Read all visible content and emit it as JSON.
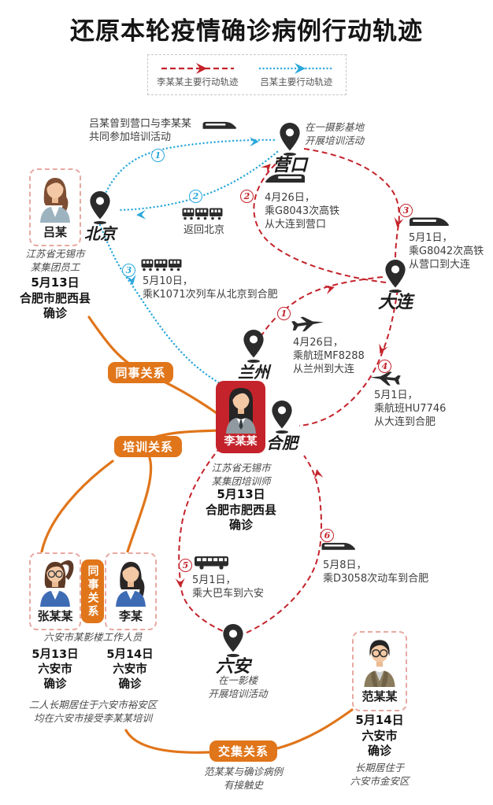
{
  "title": "还原本轮疫情确诊病例行动轨迹",
  "legend": {
    "li_label": "李某某主要行动轨迹",
    "lu_label": "吕某主要行动轨迹"
  },
  "colors": {
    "red": "#c4232b",
    "blue": "#2aa7dc",
    "orange": "#e0751a"
  },
  "cities": {
    "beijing": "北京",
    "yingkou": "营口",
    "dalian": "大连",
    "lanzhou": "兰州",
    "hefei": "合肥",
    "luan": "六安"
  },
  "persons": {
    "lu": {
      "name": "吕某",
      "desc": "江苏省无锡市\n某集团员工",
      "confirmed": "5月13日\n合肥市肥西县\n确诊"
    },
    "li": {
      "name": "李某某",
      "desc": "江苏省无锡市\n某集团培训师",
      "confirmed": "5月13日\n合肥市肥西县\n确诊"
    },
    "zhang": {
      "name": "张某某",
      "confirmed": "5月13日\n六安市\n确诊"
    },
    "limou": {
      "name": "李某",
      "confirmed": "5月14日\n六安市\n确诊"
    },
    "fan": {
      "name": "范某某",
      "confirmed": "5月14日\n六安市\n确诊",
      "desc": "长期居住于\n六安市金安区"
    }
  },
  "group_notes": {
    "zhang_li_job": "六安市某影楼工作人员",
    "zhang_li_residence": "二人长期居住于六安市裕安区\n均在六安市接受李某某培训",
    "fan_contact": "范某某与确诊病例\n有接触史"
  },
  "badges": {
    "colleague": "同事关系",
    "training": "培训关系",
    "colleague_vertical": "同事关系",
    "intersection": "交集关系"
  },
  "notes": {
    "lu_yingkou": "吕某曾到营口与李某某\n共同参加培训活动",
    "yingkou_activity": "在一摄影基地\n开展培训活动",
    "luan_activity": "在一影楼\n开展培训活动"
  },
  "trips_blue": [
    {
      "num": "1"
    },
    {
      "num": "2",
      "text": "返回北京"
    },
    {
      "num": "3",
      "text": "5月10日，\n乘K1071次列车从北京到合肥"
    }
  ],
  "trips_red": [
    {
      "num": "1",
      "text": "4月26日，\n乘航班MF8288\n从兰州到大连"
    },
    {
      "num": "2",
      "text": "4月26日，\n乘G8043次高铁\n从大连到营口"
    },
    {
      "num": "3",
      "text": "5月1日，\n乘G8042次高铁\n从营口到大连"
    },
    {
      "num": "4",
      "text": "5月1日，\n乘航班HU7746\n从大连到合肥"
    },
    {
      "num": "5",
      "text": "5月1日，\n乘大巴车到六安"
    },
    {
      "num": "6",
      "text": "5月8日，\n乘D3058次动车到合肥"
    }
  ],
  "icons": {
    "pin": "map-pin",
    "train": "railway-train",
    "hst": "high-speed-train",
    "plane": "airplane",
    "bus": "bus"
  }
}
